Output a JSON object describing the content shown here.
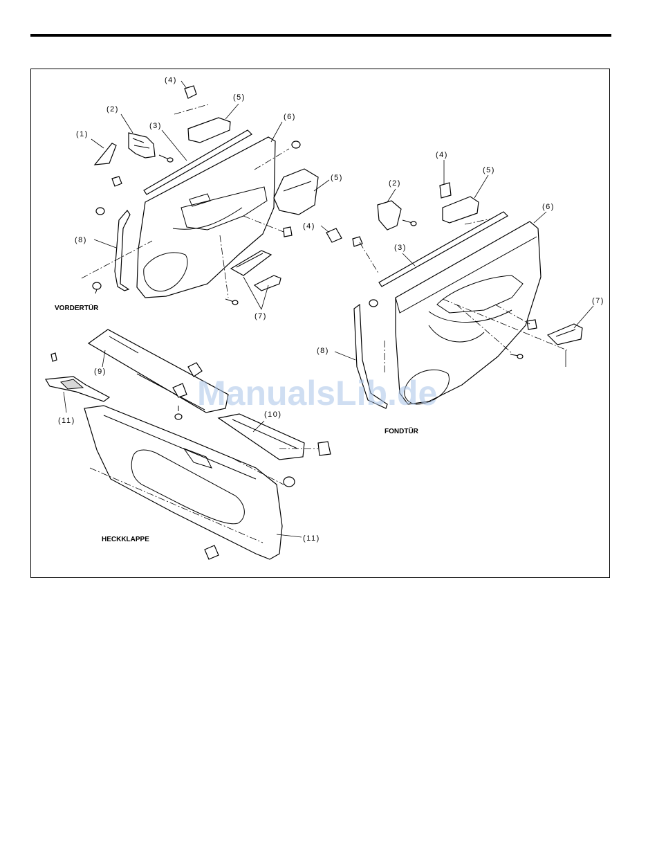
{
  "callouts": {
    "front": {
      "c1": "(1)",
      "c2": "(2)",
      "c3": "(3)",
      "c4": "(4)",
      "c5a": "(5)",
      "c5b": "(5)",
      "c6": "(6)",
      "c7": "(7)",
      "c8": "(8)"
    },
    "rear": {
      "c2": "(2)",
      "c3": "(3)",
      "c4a": "(4)",
      "c4b": "(4)",
      "c5": "(5)",
      "c6": "(6)",
      "c7": "(7)",
      "c8": "(8)"
    },
    "tailgate": {
      "c9": "(9)",
      "c10": "(10)",
      "c11a": "(11)",
      "c11b": "(11)"
    }
  },
  "sections": {
    "front_door": "VORDERTÜR",
    "rear_door": "FONDTÜR",
    "tailgate": "HECKKLAPPE"
  },
  "watermark": "ManualsLib.de"
}
